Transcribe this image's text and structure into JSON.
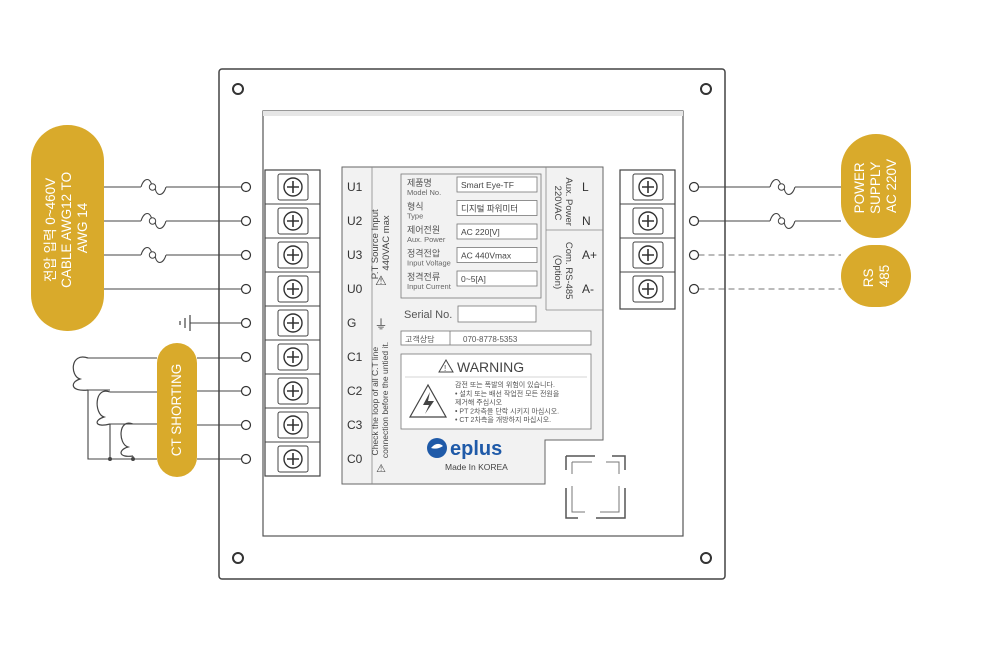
{
  "colors": {
    "accent": "#d9aa2b",
    "line": "#444444",
    "dashed": "#777777"
  },
  "left_terminals": [
    "U1",
    "U2",
    "U3",
    "U0",
    "G",
    "C1",
    "C2",
    "C3",
    "C0"
  ],
  "right_terminals": [
    "L",
    "N",
    "A+",
    "A-"
  ],
  "pills": {
    "voltage_input": [
      "전압 입력 0~460V",
      "CABLE AWG12 TO",
      "AWG 14"
    ],
    "ct_shorting": "CT SHORTING",
    "power_supply": [
      "POWER",
      "SUPPLY",
      "AC 220V"
    ],
    "rs485": [
      "RS",
      "485"
    ]
  },
  "panel": {
    "pt_source": [
      "P.T Source Input",
      "440VAC max"
    ],
    "ct_note": [
      "Check the loop of all C.T line",
      "connection before the untied it."
    ],
    "aux_power": [
      "Aux. Power",
      "220VAC"
    ],
    "comm": [
      "Com. RS-485",
      "(Option)"
    ],
    "specs": [
      {
        "ko": "제품명",
        "en": "Model No.",
        "value": "Smart Eye-TF"
      },
      {
        "ko": "형식",
        "en": "Type",
        "value": "디지털 파워미터"
      },
      {
        "ko": "제어전원",
        "en": "Aux. Power",
        "value": "AC 220[V]"
      },
      {
        "ko": "정격전압",
        "en": "Input Voltage",
        "value": "AC 440Vmax"
      },
      {
        "ko": "정격전류",
        "en": "Input Current",
        "value": "0~5[A]"
      }
    ],
    "serial_label": "Serial No.",
    "support_label": "고객상담",
    "support_phone": "070-8778-5353",
    "warning_title": "WARNING",
    "warning_lines": [
      "감전 또는 폭발의 위험이 있습니다.",
      "• 설치 또는 배선 작업전 모든 전원을",
      "  제거해 주십시오",
      "• PT 2차측을 단락 시키지 마십시오.",
      "• CT 2차측을 개방하지 마십시오."
    ],
    "brand": "eplus",
    "made_in": "Made In KOREA"
  }
}
